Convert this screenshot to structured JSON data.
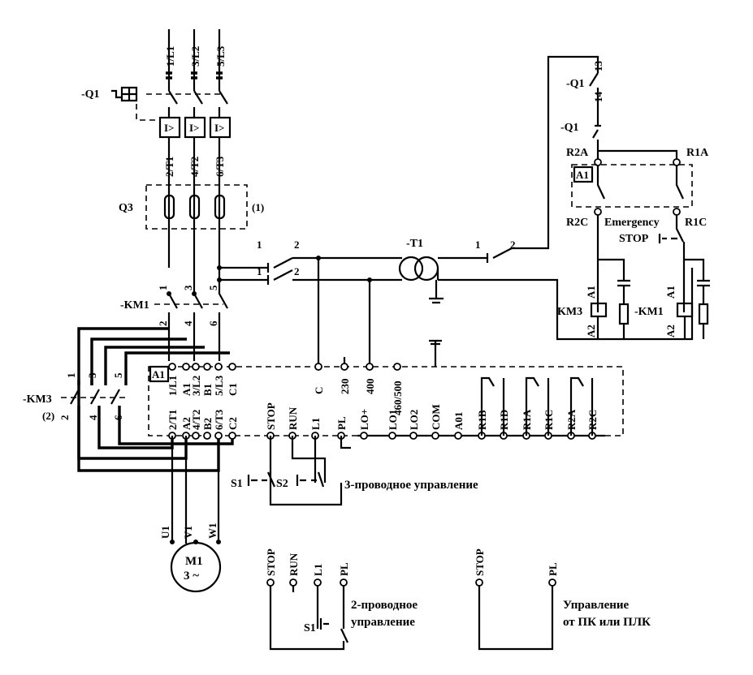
{
  "power": {
    "phase_top": [
      "1/L1",
      "3/L2",
      "5/L3"
    ],
    "q1": "-Q1",
    "trip": "I>",
    "q1_out": [
      "2/T1",
      "4/T2",
      "6/T3"
    ],
    "q3": "Q3",
    "q3_note": "(1)",
    "mid_nums": [
      "1",
      "3",
      "5"
    ],
    "km1": "-KM1",
    "km1_out": [
      "2",
      "4",
      "6"
    ],
    "km3_in": [
      "1",
      "3",
      "5"
    ],
    "km3": "-KM3",
    "km3_note": "(2)",
    "km3_out": [
      "2",
      "4",
      "6"
    ]
  },
  "supply_taps": {
    "upper": [
      "1",
      "2"
    ],
    "lower": [
      "1",
      "2"
    ],
    "sec": [
      "1",
      "2"
    ]
  },
  "transformer": {
    "label": "-T1"
  },
  "control": {
    "q1_coil": "-Q1",
    "q1_terms": [
      "13",
      "14"
    ],
    "q1_aux": "-Q1",
    "r2a": "R2A",
    "r1a": "R1A",
    "a1": "A1",
    "r2c": "R2C",
    "r1c": "R1C",
    "emergency": "Emergency",
    "stop": "STOP",
    "coil_a1": "A1",
    "coil_a2": "A2",
    "km3": "KM3",
    "km1": "-KM1"
  },
  "starter": {
    "a1": "A1",
    "top_terms": [
      "1/L1",
      "A1",
      "3/L2",
      "B1",
      "5/L3",
      "C1"
    ],
    "supply_terms": [
      "C",
      "230",
      "400",
      "460/500"
    ],
    "bottom_terms": [
      "2/T1",
      "A2",
      "4/T2",
      "B2",
      "6/T3",
      "C2"
    ],
    "ctrl_terms": [
      "STOP",
      "RUN",
      "L1",
      "PL",
      "LO+",
      "LO1",
      "LO2",
      "COM",
      "A01",
      "R1B",
      "R1D",
      "R1A",
      "R1C",
      "R2A",
      "R2C"
    ]
  },
  "three_wire": {
    "s1": "S1",
    "s2": "S2",
    "caption": "3-проводное управление"
  },
  "motor": {
    "terms": [
      "U1",
      "V1",
      "W1"
    ],
    "name": "M1",
    "type": "3 ~"
  },
  "two_wire": {
    "terms": [
      "STOP",
      "RUN",
      "L1",
      "PL"
    ],
    "s1": "S1",
    "caption_1": "2-проводное",
    "caption_2": "управление"
  },
  "plc": {
    "terms": [
      "STOP",
      "PL"
    ],
    "caption_1": "Управление",
    "caption_2": "от ПК или ПЛК"
  }
}
